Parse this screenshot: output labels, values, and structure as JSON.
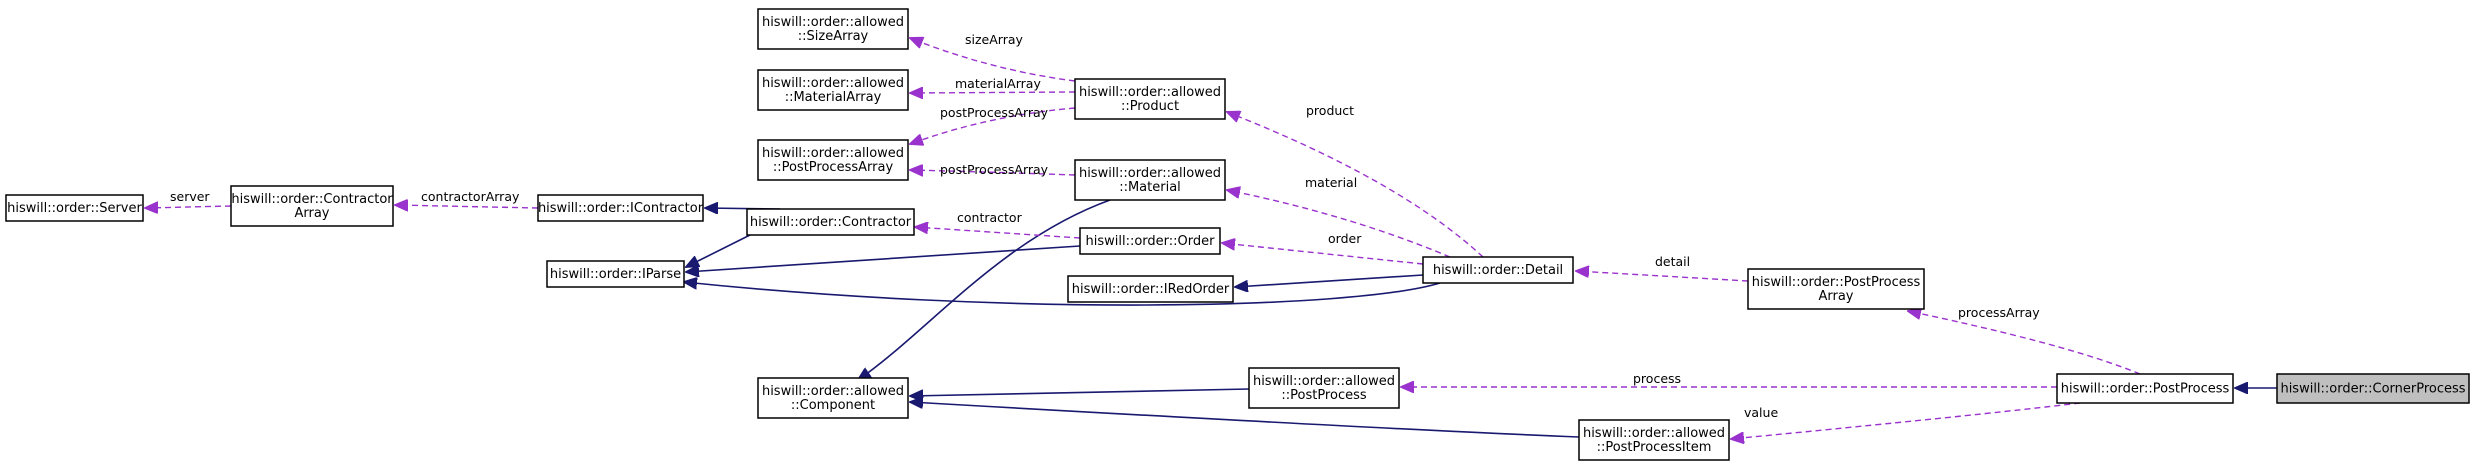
{
  "nodes": [
    {
      "id": "corner",
      "name": "node-corner-process",
      "lines": [
        "hiswill::order::CornerProcess"
      ],
      "highlight": true
    },
    {
      "id": "postprocess",
      "name": "node-post-process",
      "lines": [
        "hiswill::order::PostProcess"
      ]
    },
    {
      "id": "ppa",
      "name": "node-post-process-array",
      "lines": [
        "hiswill::order::PostProcess",
        "Array"
      ]
    },
    {
      "id": "detail",
      "name": "node-detail",
      "lines": [
        "hiswill::order::Detail"
      ]
    },
    {
      "id": "a_pp",
      "name": "node-allowed-post-process",
      "lines": [
        "hiswill::order::allowed",
        "::PostProcess"
      ]
    },
    {
      "id": "a_ppi",
      "name": "node-allowed-post-process-item",
      "lines": [
        "hiswill::order::allowed",
        "::PostProcessItem"
      ]
    },
    {
      "id": "a_product",
      "name": "node-allowed-product",
      "lines": [
        "hiswill::order::allowed",
        "::Product"
      ]
    },
    {
      "id": "a_material",
      "name": "node-allowed-material",
      "lines": [
        "hiswill::order::allowed",
        "::Material"
      ]
    },
    {
      "id": "order",
      "name": "node-order",
      "lines": [
        "hiswill::order::Order"
      ]
    },
    {
      "id": "iredorder",
      "name": "node-i-red-order",
      "lines": [
        "hiswill::order::IRedOrder"
      ]
    },
    {
      "id": "a_sizearray",
      "name": "node-allowed-size-array",
      "lines": [
        "hiswill::order::allowed",
        "::SizeArray"
      ]
    },
    {
      "id": "a_materialarray",
      "name": "node-allowed-material-array",
      "lines": [
        "hiswill::order::allowed",
        "::MaterialArray"
      ]
    },
    {
      "id": "a_pparray",
      "name": "node-allowed-post-process-array",
      "lines": [
        "hiswill::order::allowed",
        "::PostProcessArray"
      ]
    },
    {
      "id": "contractor",
      "name": "node-contractor",
      "lines": [
        "hiswill::order::Contractor"
      ]
    },
    {
      "id": "a_component",
      "name": "node-allowed-component",
      "lines": [
        "hiswill::order::allowed",
        "::Component"
      ]
    },
    {
      "id": "icontractor",
      "name": "node-i-contractor",
      "lines": [
        "hiswill::order::IContractor"
      ]
    },
    {
      "id": "iparse",
      "name": "node-i-parse",
      "lines": [
        "hiswill::order::IParse"
      ]
    },
    {
      "id": "contractorarray",
      "name": "node-contractor-array",
      "lines": [
        "hiswill::order::Contractor",
        "Array"
      ]
    },
    {
      "id": "server",
      "name": "node-server",
      "lines": [
        "hiswill::order::Server"
      ]
    }
  ],
  "edges": [
    {
      "from": "corner",
      "to": "postprocess",
      "kind": "inheritance",
      "label": ""
    },
    {
      "from": "postprocess",
      "to": "ppa",
      "kind": "usage",
      "label": "processArray"
    },
    {
      "from": "postprocess",
      "to": "a_pp",
      "kind": "usage",
      "label": "process"
    },
    {
      "from": "postprocess",
      "to": "a_ppi",
      "kind": "usage",
      "label": "value"
    },
    {
      "from": "ppa",
      "to": "detail",
      "kind": "usage",
      "label": "detail"
    },
    {
      "from": "detail",
      "to": "a_product",
      "kind": "usage",
      "label": "product"
    },
    {
      "from": "detail",
      "to": "a_material",
      "kind": "usage",
      "label": "material"
    },
    {
      "from": "detail",
      "to": "order",
      "kind": "usage",
      "label": "order"
    },
    {
      "from": "detail",
      "to": "iredorder",
      "kind": "inheritance",
      "label": ""
    },
    {
      "from": "detail",
      "to": "iparse",
      "kind": "inheritance",
      "label": ""
    },
    {
      "from": "a_product",
      "to": "a_sizearray",
      "kind": "usage",
      "label": "sizeArray"
    },
    {
      "from": "a_product",
      "to": "a_materialarray",
      "kind": "usage",
      "label": "materialArray"
    },
    {
      "from": "a_product",
      "to": "a_pparray",
      "kind": "usage",
      "label": "postProcessArray"
    },
    {
      "from": "a_material",
      "to": "a_pparray",
      "kind": "usage",
      "label": "postProcessArray"
    },
    {
      "from": "a_material",
      "to": "a_component",
      "kind": "inheritance",
      "label": ""
    },
    {
      "from": "order",
      "to": "contractor",
      "kind": "usage",
      "label": "contractor"
    },
    {
      "from": "order",
      "to": "iparse",
      "kind": "inheritance",
      "label": ""
    },
    {
      "from": "contractor",
      "to": "icontractor",
      "kind": "inheritance",
      "label": ""
    },
    {
      "from": "contractor",
      "to": "iparse",
      "kind": "inheritance",
      "label": ""
    },
    {
      "from": "icontractor",
      "to": "contractorarray",
      "kind": "usage",
      "label": "contractorArray"
    },
    {
      "from": "contractorarray",
      "to": "server",
      "kind": "usage",
      "label": "server"
    },
    {
      "from": "a_pp",
      "to": "a_component",
      "kind": "inheritance",
      "label": ""
    },
    {
      "from": "a_ppi",
      "to": "a_component",
      "kind": "inheritance",
      "label": ""
    }
  ],
  "colors": {
    "inheritance": "#191970",
    "usage": "#9a32cd",
    "highlight_fill": "#bfbfbf"
  }
}
